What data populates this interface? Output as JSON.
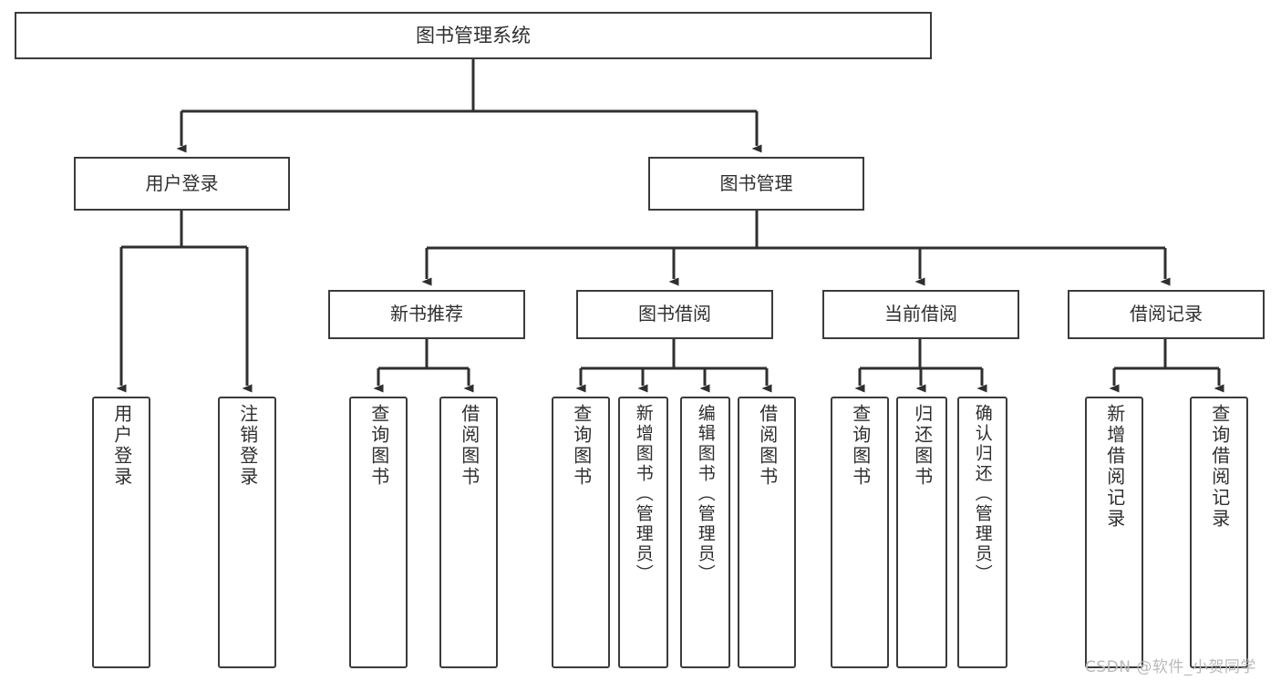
{
  "diagram": {
    "title": "图书管理系统",
    "type": "tree-hierarchy-chart",
    "colors": {
      "box_border": "#3b3b3b",
      "box_fill": "#ffffff",
      "line": "#2f2f2f",
      "text": "#2f2f2f",
      "watermark": "#b9b9b9",
      "background": "#ffffff"
    }
  },
  "root": {
    "label": "图书管理系统"
  },
  "level2": [
    {
      "id": "user-login",
      "label": "用户登录"
    },
    {
      "id": "book-management",
      "label": "图书管理"
    }
  ],
  "level3": [
    {
      "id": "new-book-recommend",
      "label": "新书推荐"
    },
    {
      "id": "book-borrow",
      "label": "图书借阅"
    },
    {
      "id": "current-borrow",
      "label": "当前借阅"
    },
    {
      "id": "borrow-record",
      "label": "借阅记录"
    }
  ],
  "leaves": {
    "user_login": [
      {
        "id": "leaf-user-login",
        "label": "用户登录"
      },
      {
        "id": "leaf-logout-login",
        "label": "注销登录"
      }
    ],
    "new_book_recommend": [
      {
        "id": "leaf-query-book-1",
        "label": "查询图书"
      },
      {
        "id": "leaf-borrow-book-1",
        "label": "借阅图书"
      }
    ],
    "book_borrow": [
      {
        "id": "leaf-query-book-2",
        "label": "查询图书"
      },
      {
        "id": "leaf-add-book",
        "label": "新增图书（管理员）"
      },
      {
        "id": "leaf-edit-book",
        "label": "编辑图书（管理员）"
      },
      {
        "id": "leaf-borrow-book-2",
        "label": "借阅图书"
      }
    ],
    "current_borrow": [
      {
        "id": "leaf-query-book-3",
        "label": "查询图书"
      },
      {
        "id": "leaf-return-book",
        "label": "归还图书"
      },
      {
        "id": "leaf-confirm-return",
        "label": "确认归还（管理员）"
      }
    ],
    "borrow_record": [
      {
        "id": "leaf-add-record",
        "label": "新增借阅记录"
      },
      {
        "id": "leaf-query-record",
        "label": "查询借阅记录"
      }
    ]
  },
  "watermark": {
    "text": "CSDN @软件_小贺同学"
  }
}
